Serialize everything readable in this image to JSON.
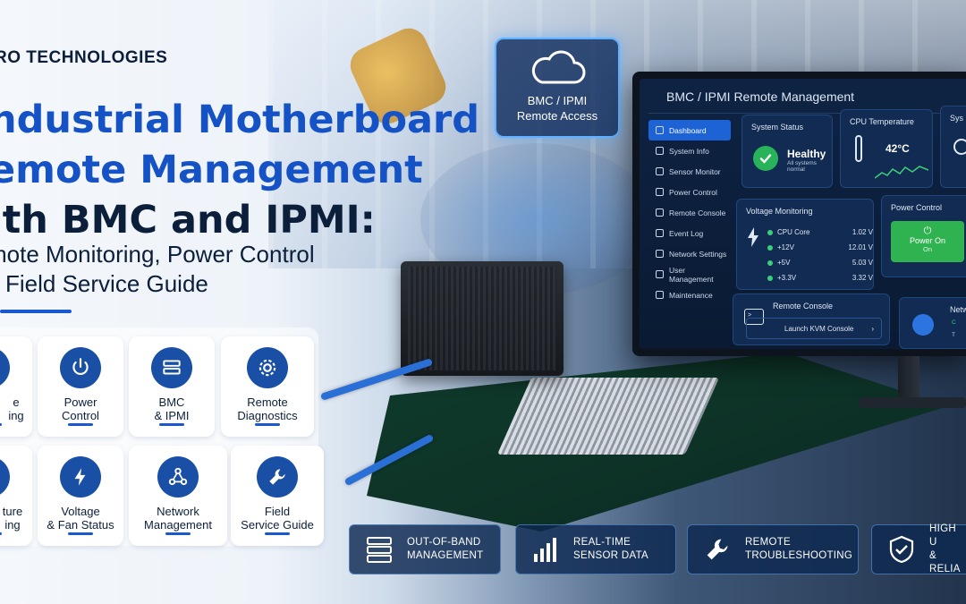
{
  "header": {
    "brand": "RO TECHNOLOGIES",
    "title_line1": "ndustrial Motherboard",
    "title_line2": "emote Management",
    "title_line3": "ith BMC and IPMI:",
    "subtitle_line1": "mote Monitoring, Power Control",
    "subtitle_line2": "Field Service Guide"
  },
  "features": [
    {
      "line1": "e",
      "line2": "ing",
      "icon": "monitor-icon"
    },
    {
      "line1": "Power",
      "line2": "Control",
      "icon": "power-icon"
    },
    {
      "line1": "BMC",
      "line2": "& IPMI",
      "icon": "server-icon"
    },
    {
      "line1": "Remote",
      "line2": "Diagnostics",
      "icon": "gear-icon"
    },
    {
      "line1": "ture",
      "line2": "ing",
      "icon": "thermometer-icon"
    },
    {
      "line1": "Voltage",
      "line2": "& Fan Status",
      "icon": "lightning-icon"
    },
    {
      "line1": "Network",
      "line2": "Management",
      "icon": "network-icon"
    },
    {
      "line1": "Field",
      "line2": "Service Guide",
      "icon": "wrench-icon"
    }
  ],
  "cloud": {
    "line1": "BMC / IPMI",
    "line2": "Remote Access"
  },
  "dashboard": {
    "title": "BMC / IPMI Remote Management",
    "nav": [
      "Dashboard",
      "System Info",
      "Sensor Monitor",
      "Power Control",
      "Remote Console",
      "Event Log",
      "Network Settings",
      "User Management",
      "Maintenance"
    ],
    "active_nav": "Dashboard",
    "system_status": {
      "heading": "System Status",
      "value": "Healthy",
      "note": "All systems normal"
    },
    "cpu_temp": {
      "heading": "CPU Temperature",
      "value": "42°C"
    },
    "third_card": {
      "heading": "Sys"
    },
    "voltage": {
      "heading": "Voltage Monitoring",
      "rows": [
        {
          "name": "CPU Core",
          "value": "1.02 V"
        },
        {
          "name": "+12V",
          "value": "12.01 V"
        },
        {
          "name": "+5V",
          "value": "5.03 V"
        },
        {
          "name": "+3.3V",
          "value": "3.32 V"
        }
      ]
    },
    "power": {
      "heading": "Power Control",
      "button": "Power On",
      "state": "On"
    },
    "console": {
      "heading": "Remote Console",
      "button": "Launch KVM Console"
    },
    "network": {
      "heading": "Netw",
      "c1": "C",
      "c2": "T"
    }
  },
  "badges": [
    {
      "line1": "OUT-OF-BAND",
      "line2": "MANAGEMENT",
      "icon": "server-stack-icon"
    },
    {
      "line1": "REAL-TIME",
      "line2": "SENSOR DATA",
      "icon": "bar-chart-icon"
    },
    {
      "line1": "REMOTE",
      "line2": "TROUBLESHOOTING",
      "icon": "wrench-icon"
    },
    {
      "line1": "HIGH U",
      "line2": "& RELIA",
      "icon": "shield-check-icon"
    }
  ],
  "colors": {
    "accent": "#1552c6",
    "navy": "#0b1f3b",
    "ok_green": "#28b35a",
    "panel_blue": "#112b52"
  }
}
